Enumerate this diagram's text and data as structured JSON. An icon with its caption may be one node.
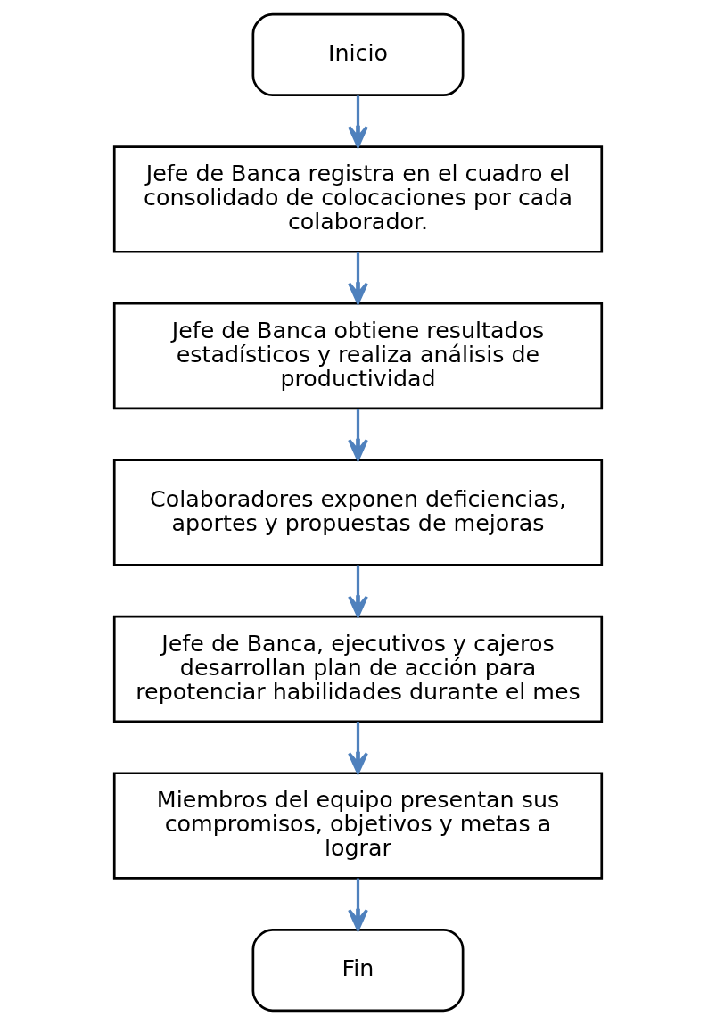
{
  "diagram": {
    "nodes": [
      {
        "text": [
          "Inicio"
        ]
      },
      {
        "text": [
          "Jefe de Banca registra en el cuadro el consolidado de colocaciones por cada colaborador."
        ]
      },
      {
        "text": [
          "Jefe de Banca obtiene resultados estadísticos y realiza análisis de productividad"
        ]
      },
      {
        "text": [
          "Colaboradores exponen deficiencias, aportes y propuestas de mejoras"
        ]
      },
      {
        "text": [
          "Jefe de Banca, ejecutivos y cajeros desarrollan plan de acción para repotenciar habilidades durante el mes"
        ]
      },
      {
        "text": [
          "Miembros del equipo presentan sus compromisos, objetivos y metas a lograr"
        ]
      },
      {
        "text": [
          "Fin"
        ]
      }
    ],
    "edges": [
      {
        "from": 0,
        "to": 1,
        "arrow": "to"
      },
      {
        "from": 1,
        "to": 2,
        "arrow": "to"
      },
      {
        "from": 2,
        "to": 3,
        "arrow": "to"
      },
      {
        "from": 3,
        "to": 4,
        "arrow": "to"
      },
      {
        "from": 4,
        "to": 5,
        "arrow": "to"
      },
      {
        "from": 5,
        "to": 6,
        "arrow": "to"
      }
    ]
  }
}
